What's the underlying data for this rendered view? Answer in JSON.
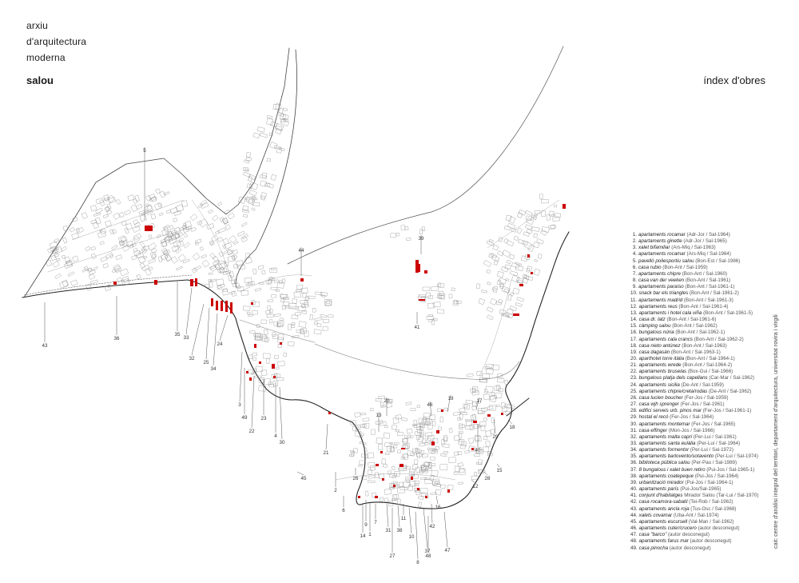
{
  "header": {
    "archive_lines": [
      "arxiu",
      "d'arquitectura",
      "moderna"
    ],
    "place": "salou",
    "index_title": "índex d'obres"
  },
  "map": {
    "labels": [
      "1",
      "2",
      "3",
      "4",
      "5",
      "6",
      "7",
      "8",
      "9",
      "10",
      "11",
      "12",
      "13",
      "14",
      "15",
      "16",
      "17",
      "18",
      "19",
      "20",
      "21",
      "22",
      "23",
      "24",
      "25",
      "26",
      "27",
      "28",
      "29",
      "30",
      "31",
      "32",
      "33",
      "34",
      "35",
      "36",
      "37",
      "38",
      "39",
      "40",
      "41",
      "42",
      "43",
      "44",
      "45",
      "46",
      "47",
      "48",
      "49"
    ],
    "colors": {
      "works": "#cc0000",
      "lines": "#4a4a4a",
      "coast": "#222222",
      "streets": "#8a8a8a"
    }
  },
  "legend": [
    {
      "num": "1.",
      "name": "apartaments rocamar",
      "author": "(Adr-Jor / Sal-1964)"
    },
    {
      "num": "2.",
      "name": "apartaments ginette",
      "author": "(Adr-Jor / Sal-1965)"
    },
    {
      "num": "3.",
      "name": "xalet bifamiliar",
      "author": "(Ars-Miq / Sal-1963)"
    },
    {
      "num": "4.",
      "name": "apartaments rocamar",
      "author": "(Ars-Miq / Sal-1964)"
    },
    {
      "num": "5.",
      "name": "pavelló poliesportiu salou",
      "author": "(Bon-Est / Sal-1986)"
    },
    {
      "num": "6.",
      "name": "casa rubio",
      "author": "(Bon-Ant / Sal-1959)"
    },
    {
      "num": "7.",
      "name": "apartaments chipre",
      "author": "(Bon-Ant / Sal-1960)"
    },
    {
      "num": "8.",
      "name": "casa van der veeken",
      "author": "(Bon-Ant / Sal-1961)"
    },
    {
      "num": "9.",
      "name": "apartaments paraíso",
      "author": "(Bon-Ant / Sal-1961-1)"
    },
    {
      "num": "10.",
      "name": "snack bar els triangles",
      "author": "(Bon-Ant / Sal-1961-2)"
    },
    {
      "num": "11.",
      "name": "apartaments madrid",
      "author": "(Bon-Ant / Sal-1961-3)"
    },
    {
      "num": "12.",
      "name": "apartaments reus",
      "author": "(Bon-Ant / Sal-1961-4)"
    },
    {
      "num": "13.",
      "name": "apartaments i hotel cala viña",
      "author": "(Bon-Ant / Sal-1961-5)"
    },
    {
      "num": "14.",
      "name": "casa dr. latz",
      "author": "(Bon-Ant / Sal-1961-6)"
    },
    {
      "num": "15.",
      "name": "càmping salou",
      "author": "(Bon-Ant / Sal-1962)"
    },
    {
      "num": "16.",
      "name": "bungalous núria",
      "author": "(Bon-Ant / Sal-1962-1)"
    },
    {
      "num": "17.",
      "name": "apartaments cala crancs",
      "author": "(Bon-Ant / Sal-1962-2)"
    },
    {
      "num": "18.",
      "name": "casa nieto antúnez",
      "author": "(Bon-Ant / Sal-1963)"
    },
    {
      "num": "19.",
      "name": "casa dagasán",
      "author": "(Bon-Ant / Sal-1963-1)"
    },
    {
      "num": "20.",
      "name": "aparthotel torre itàlia",
      "author": "(Bon-Ant / Sal-1964-1)"
    },
    {
      "num": "21.",
      "name": "apartaments wrede",
      "author": "(Bon-Ant / Sal-1964-2)"
    },
    {
      "num": "22.",
      "name": "apartaments bruselas",
      "author": "(Box-Gui / Sal-1966)"
    },
    {
      "num": "23.",
      "name": "bungalous platja dels capellans",
      "author": "(Car-Mar / Sal-1962)"
    },
    {
      "num": "24.",
      "name": "apartaments sicilia",
      "author": "(De-Ant / Sal-1959)"
    },
    {
      "num": "25.",
      "name": "apartaments chipre/creta/rodas",
      "author": "(De-Ant / Sal-1962)"
    },
    {
      "num": "26.",
      "name": "casa lucien boucher",
      "author": "(Fer-Jos / Sal-1959)"
    },
    {
      "num": "27.",
      "name": "casa wjh sprenger",
      "author": "(Fer-Jos / Sal-1961)"
    },
    {
      "num": "28.",
      "name": "edifici serveis urb. pinos mar",
      "author": "(Fer-Jos / Sal-1961-1)"
    },
    {
      "num": "29.",
      "name": "hostal el recó",
      "author": "(Fer-Jos / Sal-1964)"
    },
    {
      "num": "30.",
      "name": "apartaments montemar",
      "author": "(Fer-Jos / Sal-1965)"
    },
    {
      "num": "31.",
      "name": "casa effinger",
      "author": "(Mon-Jos / Sal-1966)"
    },
    {
      "num": "32.",
      "name": "apartaments malta capri",
      "author": "(Per-Lui / Sal-1961)"
    },
    {
      "num": "33.",
      "name": "apartaments santa eulàlia",
      "author": "(Per-Lui / Sal-1964)"
    },
    {
      "num": "34.",
      "name": "apartaments formentor",
      "author": "(Per-Lui / Sal-1972)"
    },
    {
      "num": "35.",
      "name": "apartaments barlovento/sotavento",
      "author": "(Per-Lui / Sal-1974)"
    },
    {
      "num": "36.",
      "name": "biblioteca pública salou",
      "author": "(Per-Pau / Sal-1989)"
    },
    {
      "num": "37.",
      "name": "8 bungalous i xalet buen retiro",
      "author": "(Pui-Jos / Sal-1965-1)"
    },
    {
      "num": "38.",
      "name": "apartaments coatepeque",
      "author": "(Pui-Jos / Sal-1964)"
    },
    {
      "num": "39.",
      "name": "urbanització mirador",
      "author": "(Pui-Jos / Sal-1964-1)"
    },
    {
      "num": "40.",
      "name": "apartaments parís",
      "author": "(Pui-Jos/Sal-1965)"
    },
    {
      "num": "41.",
      "name": "conjunt d'habitatges",
      "author": "Mirador Salou (Tar-Lui / Sal-1970)"
    },
    {
      "num": "42.",
      "name": "casa rocamora-sabatil",
      "author": "(Tei-Rob / Sal-1962)"
    },
    {
      "num": "43.",
      "name": "apartaments ancla roja",
      "author": "(Tus-Osc / Sal-1968)"
    },
    {
      "num": "44.",
      "name": "xalets covamar",
      "author": "(Uba-Ant / Sal-1974)"
    },
    {
      "num": "45.",
      "name": "apartaments escursell",
      "author": "(Val-Man / Sal-1962)"
    },
    {
      "num": "46.",
      "name": "apartaments cuter/crucero",
      "author": "(autor desconegut)"
    },
    {
      "num": "47.",
      "name": "casa \"barco\"",
      "author": "(autor desconegut)"
    },
    {
      "num": "48.",
      "name": "apartaments farus mar",
      "author": "(autor desconegut)"
    },
    {
      "num": "49.",
      "name": "casa pinocha",
      "author": "(autor desconegut)"
    }
  ],
  "credit": "cait: centre d'anàlisi integral del territori, departament d'arquitectura, universitat rovira i virgili"
}
